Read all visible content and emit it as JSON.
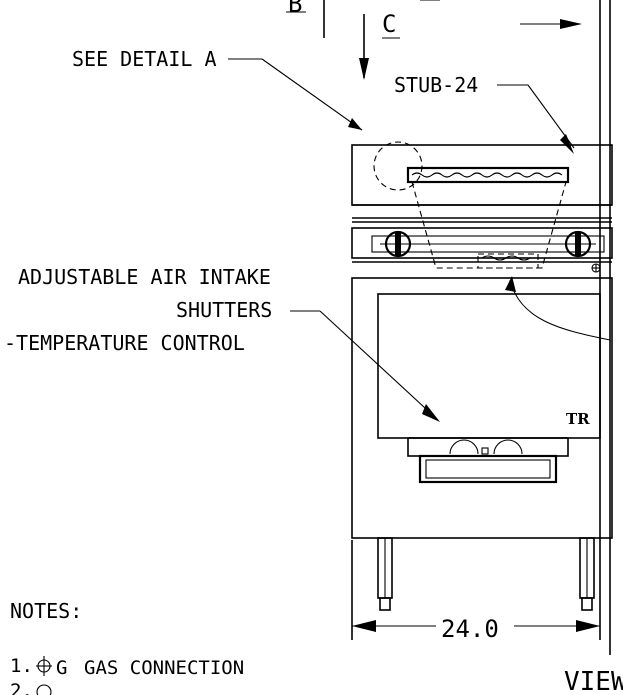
{
  "labels": {
    "section_b": "B",
    "section_c": "C",
    "see_detail": "SEE DETAIL A",
    "stub": "STUB-24",
    "air_intake_line1": "ADJUSTABLE AIR INTAKE",
    "air_intake_line2": "SHUTTERS",
    "air_intake_line3": "-TEMPERATURE CONTROL",
    "width_dim": "24.0",
    "view_label": "VIEW",
    "logo_text": "TR"
  },
  "notes": {
    "heading": "NOTES:",
    "item1_number": "1.",
    "item1_symbol": "G",
    "item1_text": "GAS CONNECTION",
    "item2_number": "2."
  }
}
